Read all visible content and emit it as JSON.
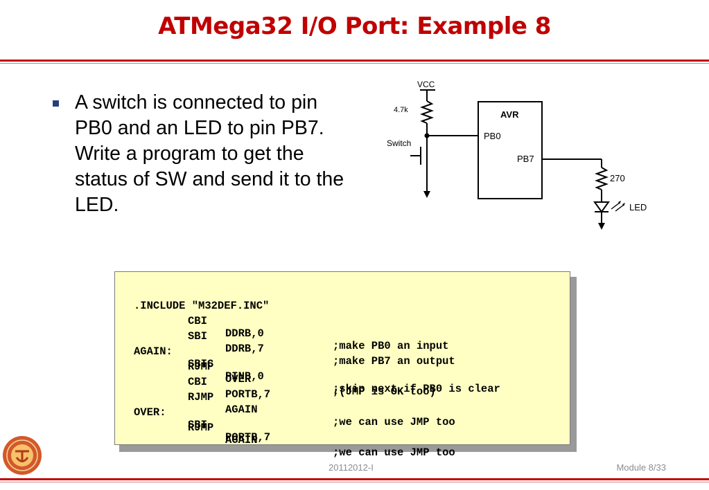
{
  "slide": {
    "title": "ATMega32 I/O Port: Example 8",
    "bullet": "A switch is connected to pin PB0 and an LED to pin PB7. Write a program to get the status of SW and send it to the LED."
  },
  "circuit": {
    "vcc": "VCC",
    "resistor_top": "4.7k",
    "switch": "Switch",
    "chip": "AVR",
    "pin_in": "PB0",
    "pin_out": "PB7",
    "resistor_led": "270",
    "led": "LED"
  },
  "code": [
    {
      "label": ".INCLUDE \"M32DEF.INC\"",
      "op": "",
      "arg": "",
      "comment": ""
    },
    {
      "label": "",
      "op": "CBI",
      "arg": "DDRB,0",
      "comment": ";make PB0 an input"
    },
    {
      "label": "",
      "op": "SBI",
      "arg": "DDRB,7",
      "comment": ";make PB7 an output"
    },
    {
      "label": "AGAIN:",
      "op": "SBIC",
      "arg": "PINB,0",
      "comment": ";skip next if PB0 is clear"
    },
    {
      "label": "",
      "op": "RJMP",
      "arg": "OVER",
      "comment": ";(JMP is OK too)"
    },
    {
      "label": "",
      "op": "CBI",
      "arg": "PORTB,7",
      "comment": ""
    },
    {
      "label": "",
      "op": "RJMP",
      "arg": "AGAIN",
      "comment": ";we can use JMP too"
    },
    {
      "label": "OVER:",
      "op": "SBI",
      "arg": "PORTB,7",
      "comment": ""
    },
    {
      "label": "",
      "op": "RJMP",
      "arg": "AGAIN",
      "comment": ";we can use JMP too"
    }
  ],
  "footer": {
    "date": "20112012-I",
    "page": "Module 8/33"
  },
  "colors": {
    "title": "#c00000",
    "bullet": "#24407c",
    "code_bg": "#ffffc4",
    "footer_text": "#8c8c8c",
    "seal": "#d4582a"
  }
}
